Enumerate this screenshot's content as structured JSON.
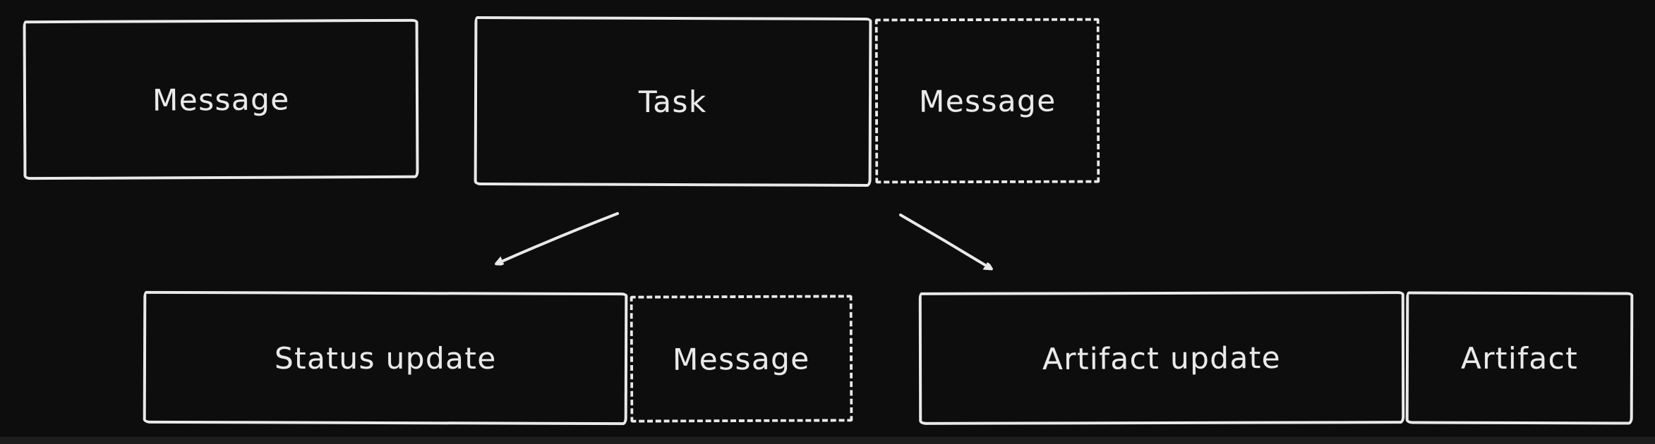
{
  "canvas": {
    "background_color": "#0d0d0d",
    "stroke_color": "#e9e9e9",
    "text_color": "#eaeaea"
  },
  "nodes": [
    {
      "id": "message-top",
      "label": "Message",
      "border": "solid"
    },
    {
      "id": "task",
      "label": "Task",
      "border": "solid"
    },
    {
      "id": "task-message",
      "label": "Message",
      "border": "dashed"
    },
    {
      "id": "status-update",
      "label": "Status update",
      "border": "solid"
    },
    {
      "id": "status-message",
      "label": "Message",
      "border": "dashed"
    },
    {
      "id": "artifact-update",
      "label": "Artifact update",
      "border": "solid"
    },
    {
      "id": "artifact",
      "label": "Artifact",
      "border": "solid"
    }
  ],
  "edges": [
    {
      "id": "task-to-status-update",
      "from": "task",
      "to": "status-update",
      "direction": "down-left"
    },
    {
      "id": "task-to-artifact-update",
      "from": "task",
      "to": "artifact-update",
      "direction": "down-right"
    }
  ]
}
